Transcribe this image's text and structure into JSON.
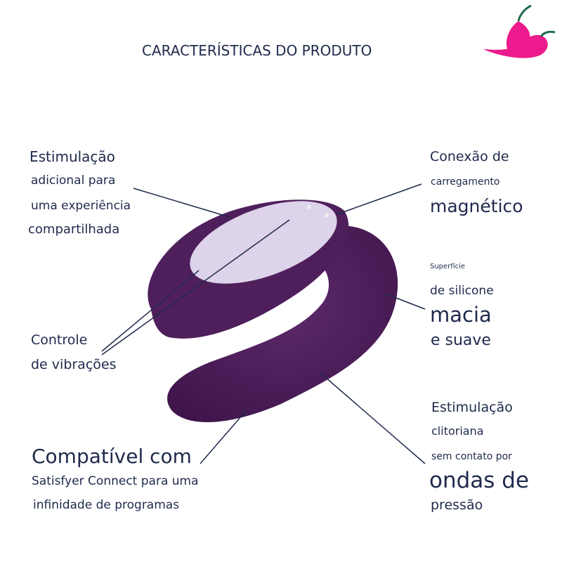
{
  "header": {
    "title": "CARACTERÍSTICAS DO PRODUTO",
    "logo": "pepper-logo"
  },
  "features": {
    "shared": [
      "Estimulação",
      "adicional para",
      "uma experiência",
      "compartilhada"
    ],
    "magnetic": [
      "Conexão de",
      "carregamento",
      "magnético"
    ],
    "surface": [
      "Superfície",
      "de silicone",
      "macia",
      "e suave"
    ],
    "controls": [
      "Controle",
      "de vibrações"
    ],
    "clitoral": [
      "Estimulação",
      "clitoriana",
      "sem contato por",
      "ondas de",
      "pressão"
    ],
    "app": [
      "Compatível com",
      "Satisfyer Connect para uma",
      "infinidade de programas"
    ]
  },
  "colors": {
    "text": "#1f2a4c",
    "device": "#4f1f5c",
    "panel": "#ddd3ea",
    "logo": "#ec1a8c",
    "stem": "#1f6b4f"
  }
}
